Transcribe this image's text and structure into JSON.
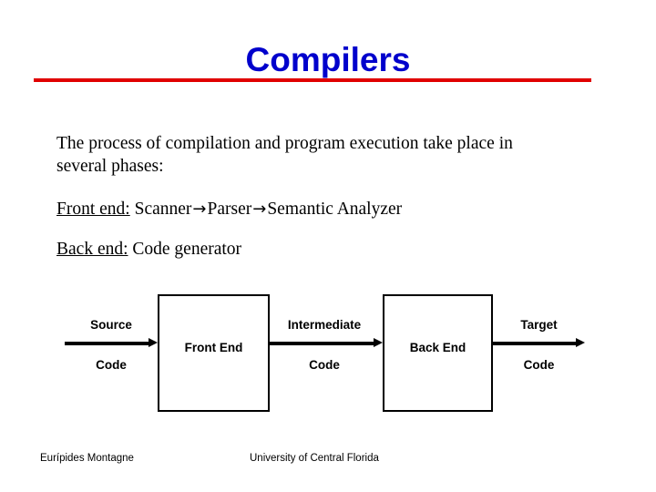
{
  "slide": {
    "title": "Compilers",
    "title_color": "#0000CC",
    "rule_color": "#E00000",
    "background": "#FFFFFF"
  },
  "body": {
    "intro": "The process of compilation and program execution take place in several phases:",
    "front_end": {
      "label": "Front end:",
      "stages": [
        "Scanner",
        "Parser",
        "Semantic Analyzer"
      ],
      "arrow": "→",
      "full_text": "Front end: Scanner → Parser → Semantic Analyzer",
      "stage_1": "Scanner",
      "stage_2": "Parser",
      "stage_3": "Semantic Analyzer"
    },
    "back_end": {
      "label": "Back end:",
      "stages": [
        "Code generator"
      ],
      "full_text": "Back end: Code generator",
      "stage_1": "Code generator"
    }
  },
  "diagram": {
    "type": "pipeline",
    "boxes": [
      {
        "name": "front-end",
        "label": "Front End"
      },
      {
        "name": "back-end",
        "label": "Back End"
      }
    ],
    "flows": [
      {
        "name": "source-code",
        "line1": "Source",
        "line2": "Code"
      },
      {
        "name": "intermediate-code",
        "line1": "Intermediate",
        "line2": "Code"
      },
      {
        "name": "target-code",
        "line1": "Target",
        "line2": "Code"
      }
    ],
    "box_front_label": "Front End",
    "box_back_label": "Back End",
    "label_source_top": "Source",
    "label_source_bottom": "Code",
    "label_intermediate_top": "Intermediate",
    "label_intermediate_bottom": "Code",
    "label_target_top": "Target",
    "label_target_bottom": "Code"
  },
  "footer": {
    "author": "Eurípides Montagne",
    "organization": "University of Central Florida"
  }
}
